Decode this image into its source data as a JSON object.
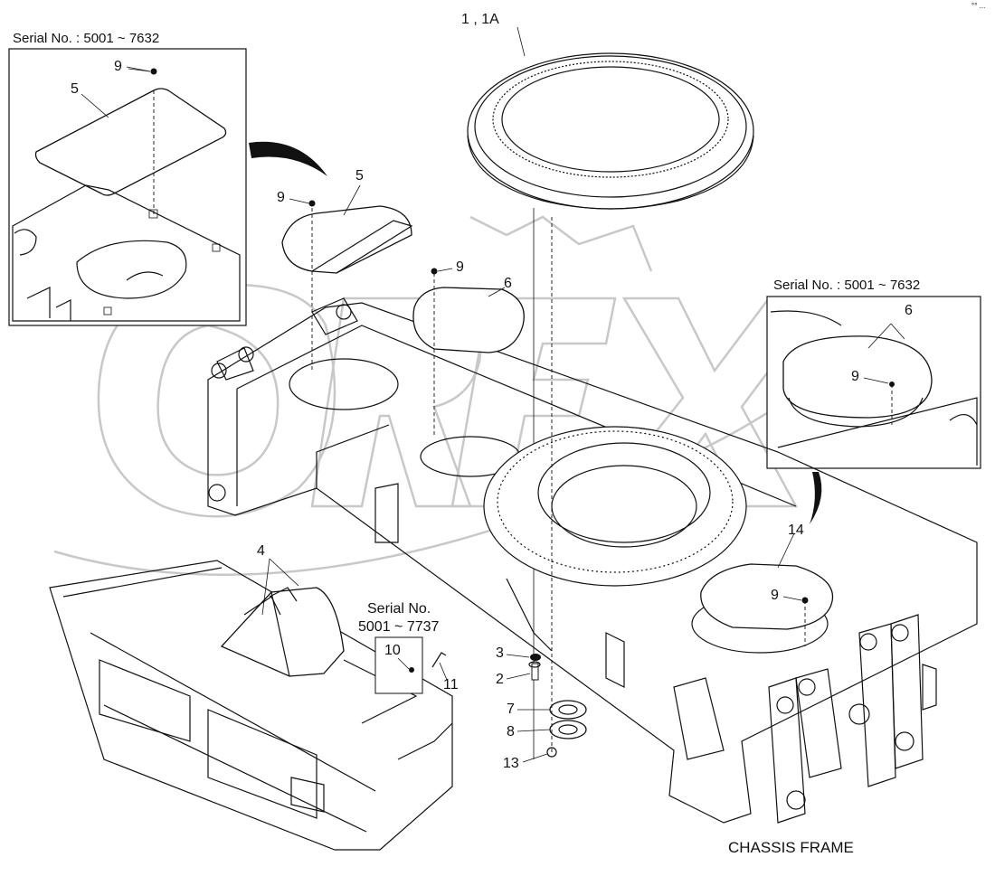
{
  "title": "CHASSIS FRAME",
  "top_corner_text": "°° ...",
  "watermark": "OREX",
  "insets": [
    {
      "serial": "Serial No. : 5001 ~ 7632",
      "labels": [
        "9",
        "5"
      ]
    },
    {
      "serial": "Serial No. : 5001 ~ 7632",
      "labels": [
        "6",
        "9"
      ]
    }
  ],
  "serial_small": {
    "line1": "Serial No.",
    "line2": "5001 ~ 7737"
  },
  "parts": {
    "p1": "1 , 1A",
    "p2": "2",
    "p3": "3",
    "p4": "4",
    "p5": "5",
    "p6": "6",
    "p7": "7",
    "p8": "8",
    "p9": "9",
    "p10": "10",
    "p11": "11",
    "p13": "13",
    "p14": "14"
  }
}
